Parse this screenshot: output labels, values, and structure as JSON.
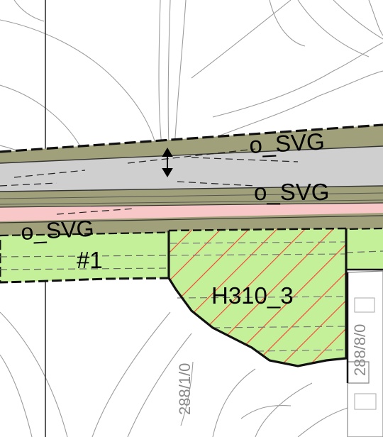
{
  "map": {
    "labels": {
      "svg_top": "o_SVG",
      "svg_middle": "o_SVG",
      "svg_left": "o_SVG",
      "field_id": "#1",
      "zone_id": "H310_3"
    },
    "parcels": {
      "parcel_a": "288/1/0",
      "parcel_b": "288/8/0"
    },
    "colors": {
      "road_olive": "#a0a07a",
      "road_gray": "#cfcfcf",
      "pink_strip": "#f8c7c7",
      "green_area": "#c4f09a",
      "hatch_red": "#ff3b2f",
      "parcel_text": "#8a8a8a"
    },
    "icons": {
      "width_marker": "double-arrow-icon"
    }
  }
}
